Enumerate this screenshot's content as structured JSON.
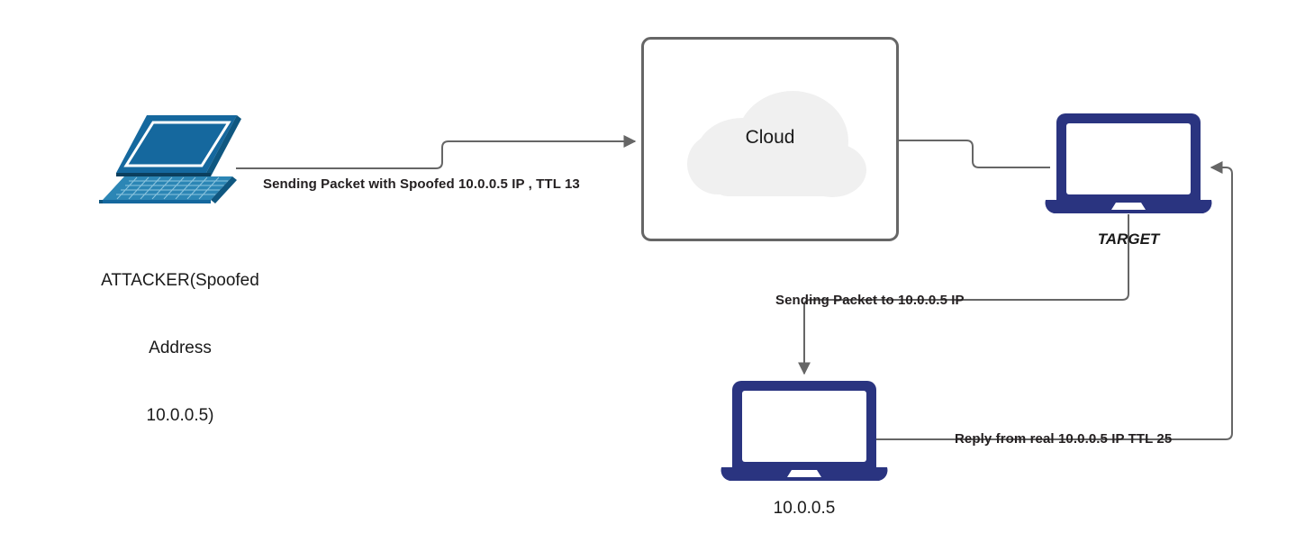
{
  "diagram": {
    "title": "IP Spoofing / TTL Reflection Network Diagram",
    "background_color": "#ffffff",
    "wire_color": "#666666",
    "attacker_device_color": "#15689E",
    "target_device_color": "#2A3480",
    "cloud_fill_color": "#F0F0F0",
    "box_border_color": "#666666"
  },
  "nodes": {
    "attacker": {
      "icon": "laptop-isometric-icon",
      "caption_line1": "ATTACKER(Spoofed",
      "caption_line2": "Address",
      "caption_line3": "10.0.0.5)"
    },
    "cloud_box": {
      "icon": "cloud-icon",
      "label": "Cloud"
    },
    "target": {
      "icon": "laptop-front-icon",
      "caption": "TARGET"
    },
    "victim": {
      "icon": "laptop-front-icon",
      "caption": "10.0.0.5"
    }
  },
  "edges": {
    "attacker_to_cloud": {
      "label": "Sending Packet with Spoofed 10.0.0.5 IP , TTL 13",
      "direction": "attacker-to-cloud",
      "arrowhead": "right"
    },
    "cloud_to_target": {
      "label": "",
      "direction": "cloud-to-target",
      "arrowhead": "none"
    },
    "target_to_victim": {
      "label": "Sending Packet to 10.0.0.5 IP",
      "direction": "target-to-victim",
      "arrowhead": "down"
    },
    "victim_to_target": {
      "label": "Reply from real 10.0.0.5 IP TTL 25",
      "direction": "victim-to-target",
      "arrowhead": "left"
    }
  }
}
